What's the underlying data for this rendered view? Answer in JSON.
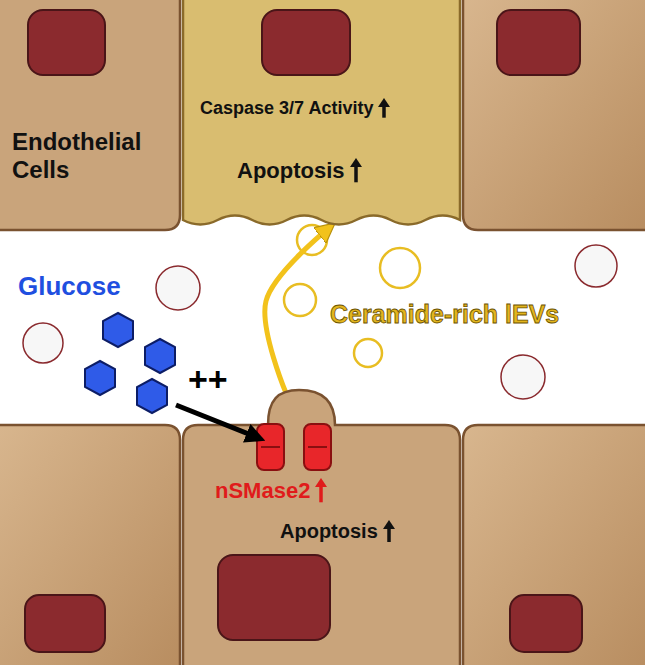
{
  "diagram": {
    "nodes": [
      {
        "text": [
          "Endothelial Cells"
        ]
      },
      {
        "text": [
          "Caspase 3/7 Activity",
          "Apoptosis"
        ]
      },
      {
        "text": [
          "nSMase2",
          "Apoptosis"
        ]
      }
    ],
    "edges": [
      {
        "from": 2,
        "to": 1,
        "arrow": "to"
      }
    ],
    "labels": [
      "Glucose",
      "++",
      "Ceramide-rich lEVs"
    ]
  }
}
